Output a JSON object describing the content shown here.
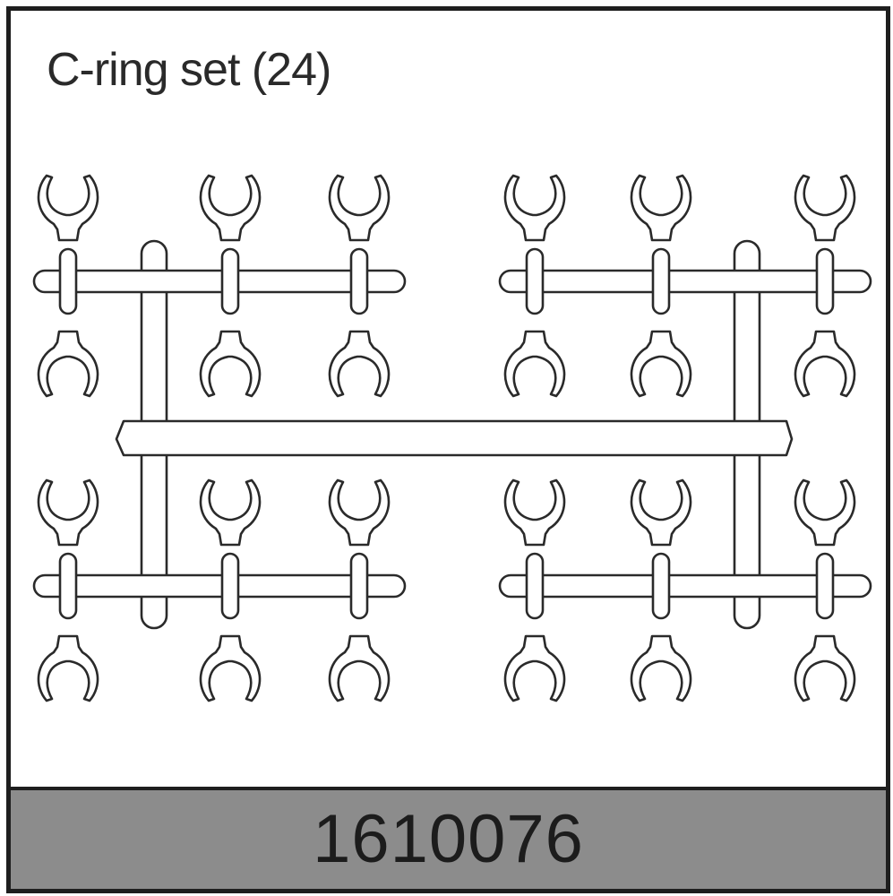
{
  "title": "C-ring set (24)",
  "part_number": "1610076",
  "colors": {
    "frame": "#1e1e1e",
    "outline": "#2a2a2a",
    "footer": "#8c8c8c",
    "background": "#ffffff"
  },
  "icons": [
    "c-ring-part-icon",
    "sprue-frame"
  ]
}
